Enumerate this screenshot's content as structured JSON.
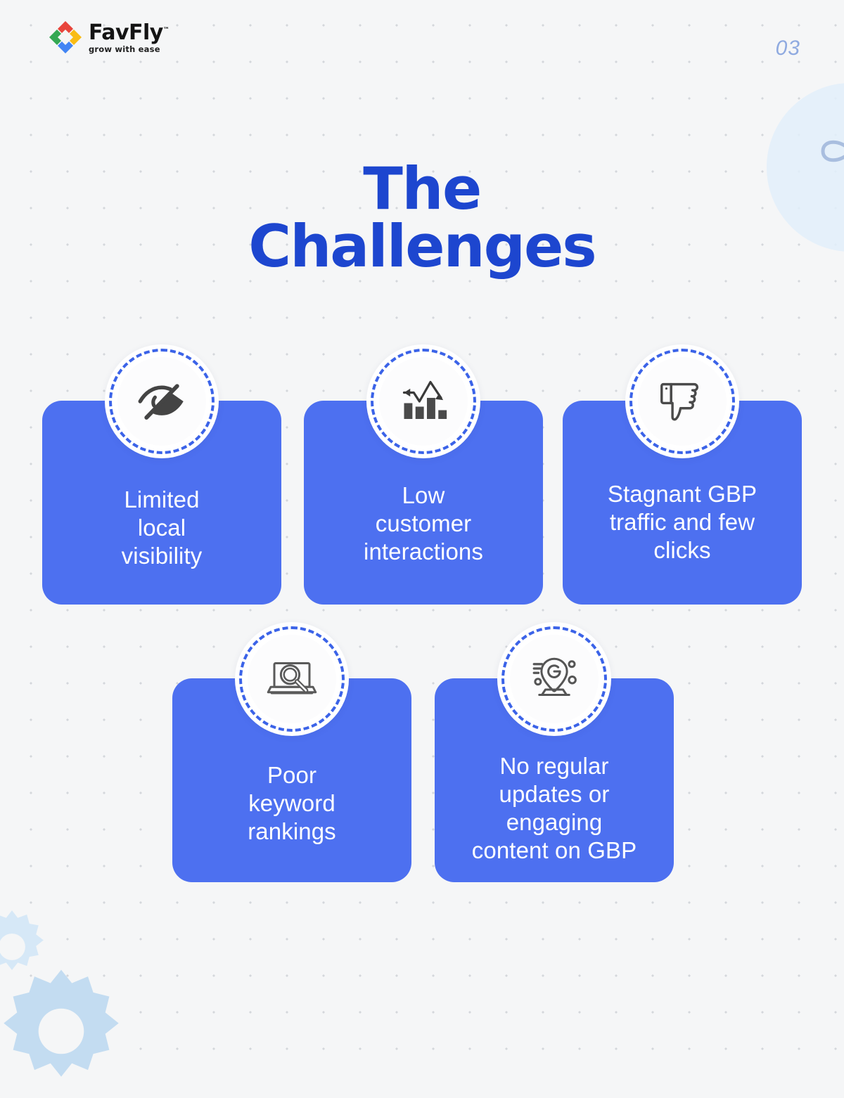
{
  "background": {
    "page_bg_color": "#F5F6F7",
    "dot_color": "#C9CCD1",
    "blob_color": "#E2EFFA",
    "gear_color": "#C3DCF1",
    "decorations": [
      "dot-grid",
      "blue-circle-blob",
      "infinity-symbol",
      "gears"
    ]
  },
  "header": {
    "logo": {
      "wordmark": "FavFly",
      "trademark": "™",
      "tagline": "grow with ease",
      "mark_name": "favfly-diamond-logo",
      "mark_colors": {
        "top": "#E8453C",
        "left": "#34A853",
        "right": "#F9BC15",
        "bottom": "#4285F4"
      }
    },
    "page_number": "03",
    "page_number_color": "#8FAAE0"
  },
  "title": {
    "line1": "The",
    "line2": "Challenges",
    "color": "#1D46CF"
  },
  "cards": {
    "accent_color": "#4D70F0",
    "text_color": "#FFFFFF",
    "dashed_ring_color": "#3B63E8",
    "items": [
      {
        "id": "card-1",
        "icon": "eye-off-icon",
        "text": "Limited\nlocal\nvisibility",
        "line1": "Limited",
        "line2": "local",
        "line3": "visibility"
      },
      {
        "id": "card-2",
        "icon": "declining-bar-chart-icon",
        "text": "Low\ncustomer\ninteractions",
        "line1": "Low",
        "line2": "customer",
        "line3": "interactions"
      },
      {
        "id": "card-3",
        "icon": "thumbs-down-icon",
        "text": "Stagnant GBP\ntraffic and few\nclicks",
        "line1": "Stagnant GBP",
        "line2": "traffic and few",
        "line3": "clicks"
      },
      {
        "id": "card-4",
        "icon": "laptop-search-icon",
        "text": "Poor\nkeyword\nrankings",
        "line1": "Poor",
        "line2": "keyword",
        "line3": "rankings"
      },
      {
        "id": "card-5",
        "icon": "google-map-pin-icon",
        "text": "No regular\nupdates or\nengaging\ncontent on GBP",
        "line1": "No regular",
        "line2": "updates or",
        "line3": "engaging",
        "line4": "content on GBP"
      }
    ]
  }
}
